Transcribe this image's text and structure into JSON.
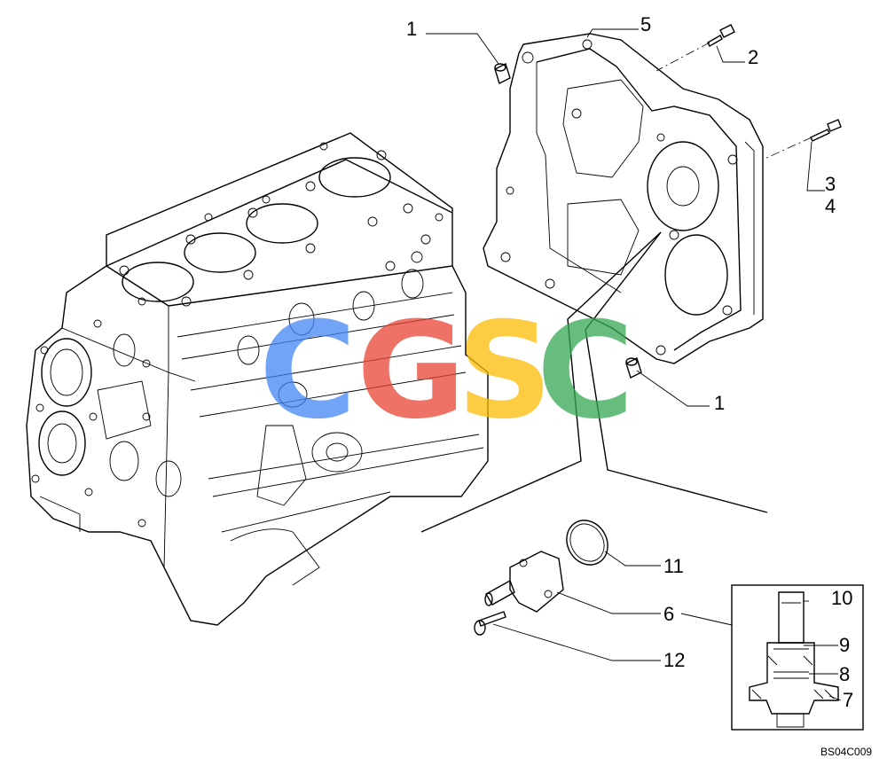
{
  "diagram": {
    "callouts": {
      "c1_top": "1",
      "c5": "5",
      "c2": "2",
      "c3": "3",
      "c4": "4",
      "c1_mid": "1",
      "c11": "11",
      "c10": "10",
      "c6": "6",
      "c9": "9",
      "c8": "8",
      "c12": "12",
      "c7": "7"
    },
    "drawing_code": "BS04C009"
  },
  "watermark": {
    "letters": [
      "C",
      "G",
      "S",
      "C"
    ],
    "colors": [
      "#4285F4",
      "#EA4335",
      "#FBBC05",
      "#34A853"
    ]
  }
}
